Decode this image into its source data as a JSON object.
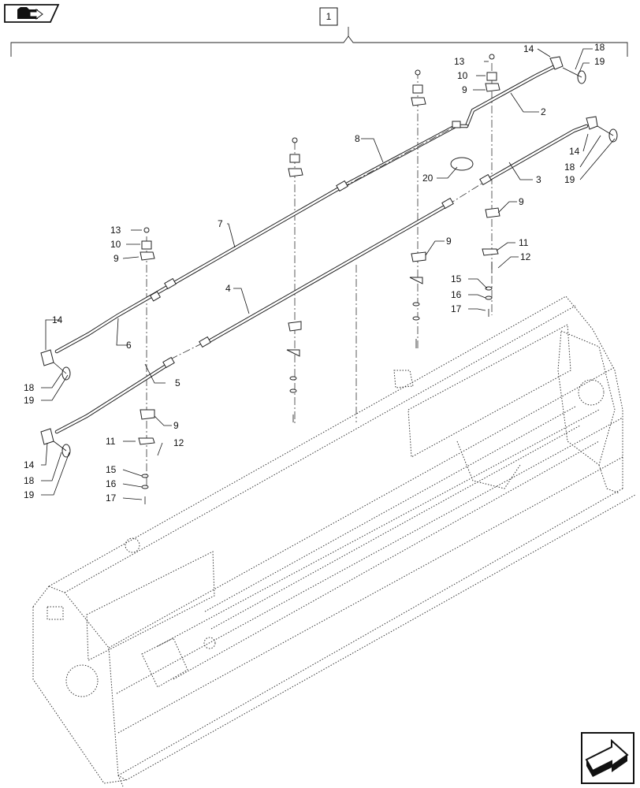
{
  "nav": {
    "back_icon": "folder-back-arrow-icon",
    "next_icon": "page-forward-arrow-icon"
  },
  "assembly": {
    "label": "1"
  },
  "callouts": {
    "c2": "2",
    "c3": "3",
    "c4": "4",
    "c5": "5",
    "c6": "6",
    "c7": "7",
    "c8": "8",
    "c9a": "9",
    "c9b": "9",
    "c9c": "9",
    "c9d": "9",
    "c9e": "9",
    "c10a": "10",
    "c10b": "10",
    "c11a": "11",
    "c11b": "11",
    "c12a": "12",
    "c12b": "12",
    "c13a": "13",
    "c13b": "13",
    "c14a": "14",
    "c14b": "14",
    "c14c": "14",
    "c14d": "14",
    "c15a": "15",
    "c15b": "15",
    "c16a": "16",
    "c16b": "16",
    "c17a": "17",
    "c17b": "17",
    "c18a": "18",
    "c18b": "18",
    "c18c": "18",
    "c18d": "18",
    "c19a": "19",
    "c19b": "19",
    "c19c": "19",
    "c19d": "19",
    "c20": "20"
  }
}
